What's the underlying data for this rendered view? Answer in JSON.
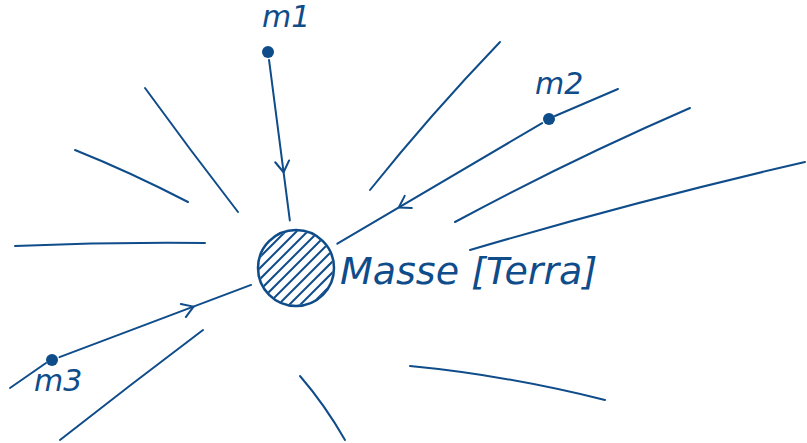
{
  "diagram": {
    "nodes": [
      {
        "text": [
          "m1"
        ]
      },
      {
        "text": [
          "m2"
        ]
      },
      {
        "text": [
          "Masse [Terra]"
        ]
      },
      {
        "text": [
          "m3"
        ]
      }
    ],
    "edges": [
      {
        "from": 0,
        "to": 2,
        "arrow": "to"
      },
      {
        "from": 1,
        "to": 2,
        "arrow": "to"
      },
      {
        "from": 3,
        "to": 2,
        "arrow": "to"
      }
    ]
  }
}
